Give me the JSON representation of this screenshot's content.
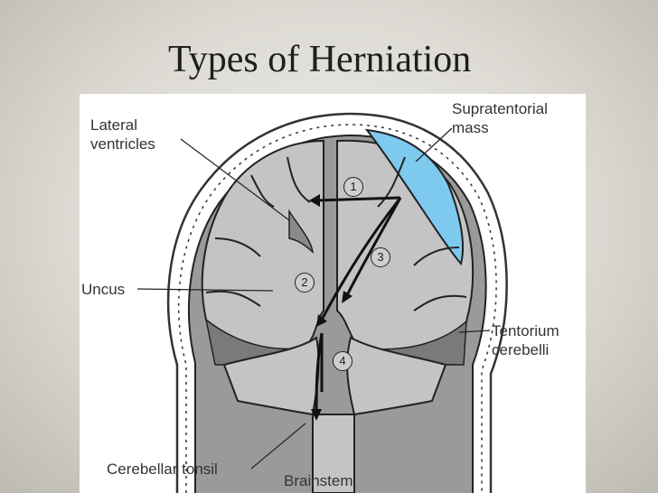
{
  "slide": {
    "title": "Types of Herniation"
  },
  "labels": {
    "lateral_ventricles_1": "Lateral",
    "lateral_ventricles_2": "ventricles",
    "supratentorial_1": "Supratentorial",
    "supratentorial_2": "mass",
    "uncus": "Uncus",
    "tentorium_1": "Tentorium",
    "tentorium_2": "cerebelli",
    "cerebellar_tonsil": "Cerebellar tonsil",
    "brainstem": "Brainstem"
  },
  "markers": [
    "1",
    "2",
    "3",
    "4"
  ],
  "colors": {
    "brain": "#c4c4c4",
    "mass": "#7ec9ee",
    "skull": "#ffffff",
    "tentorium": "#7a7a7a"
  }
}
